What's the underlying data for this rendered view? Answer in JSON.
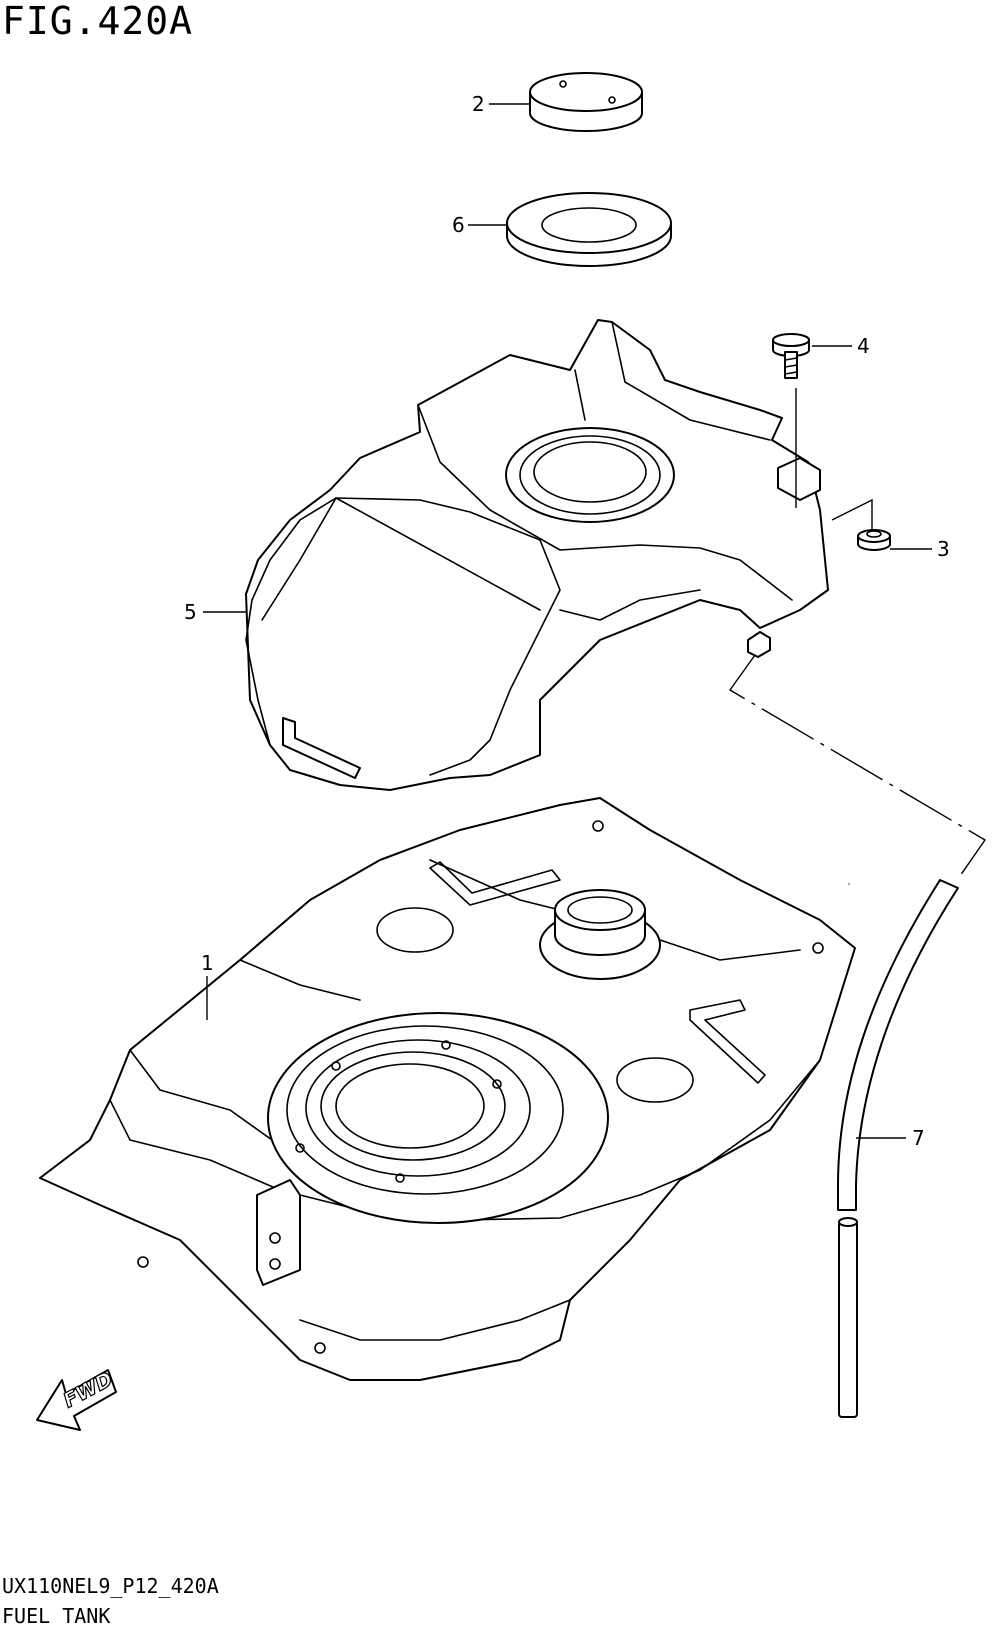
{
  "figure": {
    "title": "FIG.420A"
  },
  "footer": {
    "code": "UX110NEL9_P12_420A",
    "name": "FUEL TANK"
  },
  "callouts": {
    "p1": "1",
    "p2": "2",
    "p3": "3",
    "p4": "4",
    "p5": "5",
    "p6": "6",
    "p7": "7"
  },
  "fwd": {
    "label": "FWD"
  }
}
